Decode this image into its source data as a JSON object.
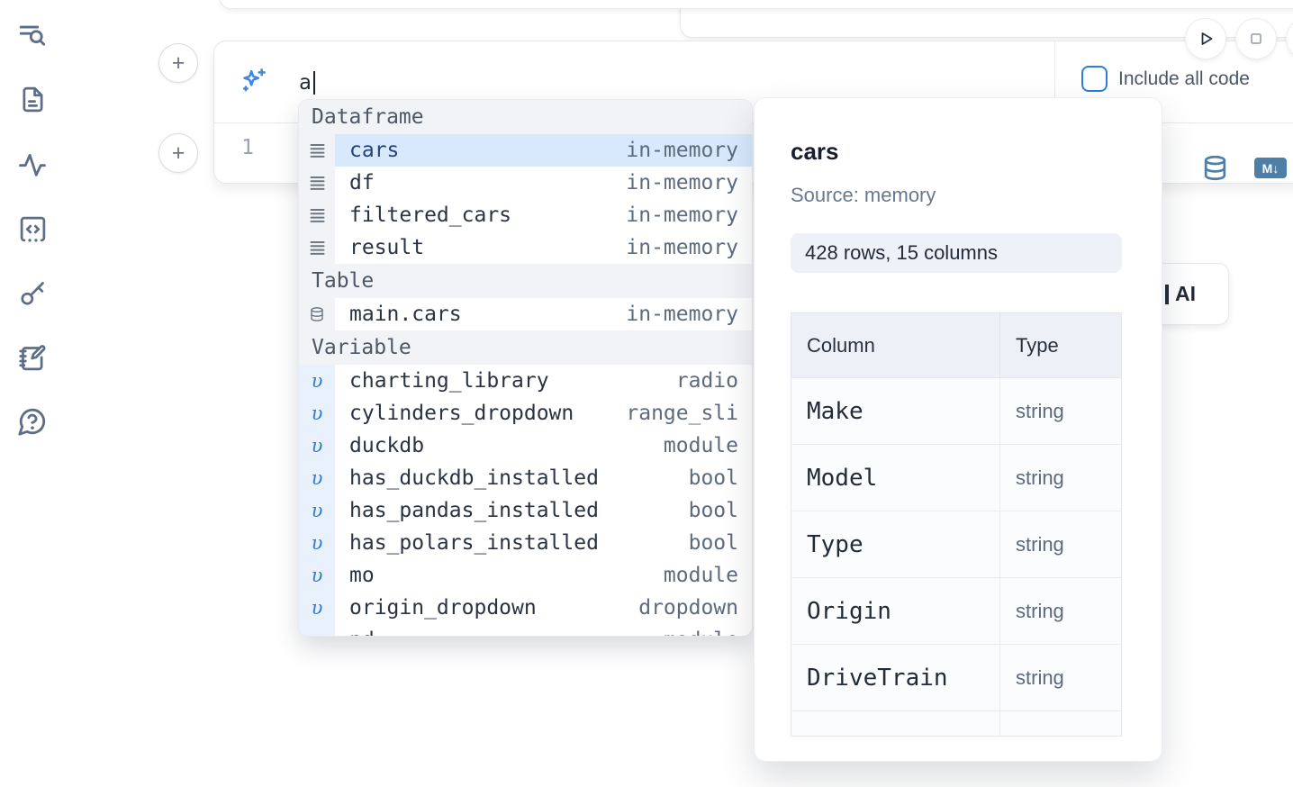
{
  "sidebar": {
    "icons": [
      "list-search-icon",
      "file-document-icon",
      "activity-icon",
      "code-snippets-icon",
      "key-icon",
      "notebook-pen-icon",
      "help-chat-icon"
    ]
  },
  "cell": {
    "add_button_label": "+",
    "line_number": "1",
    "markdown_badge": "M↓"
  },
  "ai_prompt": {
    "value": "a",
    "include_all_code_label": "Include all code"
  },
  "autocomplete": {
    "sections": [
      {
        "header": "Dataframe",
        "items": [
          {
            "label": "cars",
            "type": "in-memory",
            "kind": "dataframe",
            "selected": true
          },
          {
            "label": "df",
            "type": "in-memory",
            "kind": "dataframe"
          },
          {
            "label": "filtered_cars",
            "type": "in-memory",
            "kind": "dataframe"
          },
          {
            "label": "result",
            "type": "in-memory",
            "kind": "dataframe"
          }
        ]
      },
      {
        "header": "Table",
        "items": [
          {
            "label": "main.cars",
            "type": "in-memory",
            "kind": "table"
          }
        ]
      },
      {
        "header": "Variable",
        "items": [
          {
            "label": "charting_library",
            "type": "radio",
            "kind": "variable"
          },
          {
            "label": "cylinders_dropdown",
            "type": "range_sli",
            "kind": "variable"
          },
          {
            "label": "duckdb",
            "type": "module",
            "kind": "variable"
          },
          {
            "label": "has_duckdb_installed",
            "type": "bool",
            "kind": "variable"
          },
          {
            "label": "has_pandas_installed",
            "type": "bool",
            "kind": "variable"
          },
          {
            "label": "has_polars_installed",
            "type": "bool",
            "kind": "variable"
          },
          {
            "label": "mo",
            "type": "module",
            "kind": "variable"
          },
          {
            "label": "origin_dropdown",
            "type": "dropdown",
            "kind": "variable"
          },
          {
            "label": "pd",
            "type": "module",
            "kind": "variable"
          }
        ]
      }
    ]
  },
  "preview": {
    "title": "cars",
    "source_label": "Source: memory",
    "shape_badge": "428 rows, 15 columns",
    "table": {
      "headers": [
        "Column",
        "Type"
      ],
      "rows": [
        [
          "Make",
          "string"
        ],
        [
          "Model",
          "string"
        ],
        [
          "Type",
          "string"
        ],
        [
          "Origin",
          "string"
        ],
        [
          "DriveTrain",
          "string"
        ]
      ]
    }
  },
  "ai_button": {
    "visible_text": "AI"
  },
  "colors": {
    "accent_blue": "#2f7ce0",
    "steel_blue": "#4e7fa8",
    "selection_bg": "#d8e9fd",
    "section_header_bg": "#f2f3f6",
    "variable_gutter_bg": "#e9f1fc"
  }
}
